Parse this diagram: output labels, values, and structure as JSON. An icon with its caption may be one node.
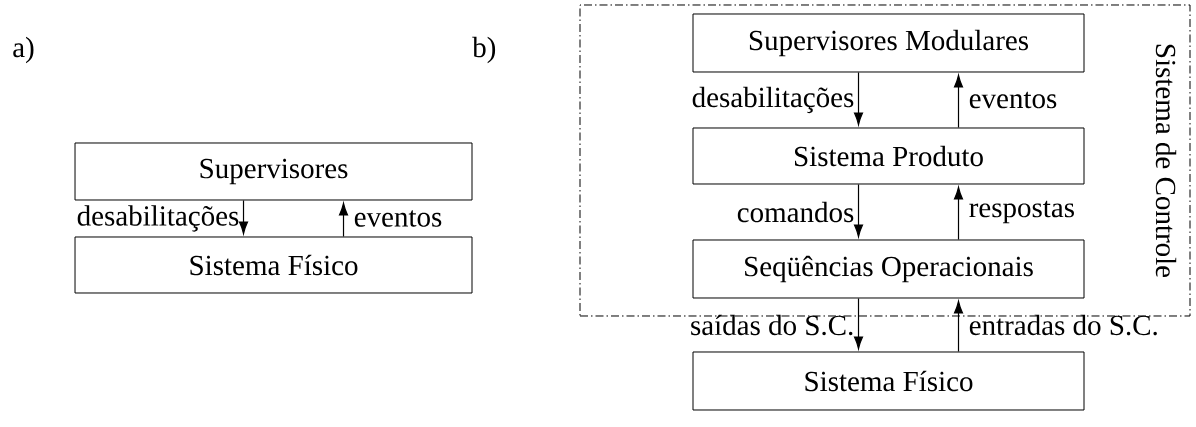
{
  "diagram": {
    "nodes": [
      {
        "text": [
          "Supervisores"
        ]
      },
      {
        "text": [
          "Sistema Físico"
        ]
      },
      {
        "text": [
          "Sistema de Controle"
        ]
      },
      {
        "text": [
          "Supervisores Modulares"
        ],
        "in": 2
      },
      {
        "text": [
          "Sistema Produto"
        ],
        "in": 2
      },
      {
        "text": [
          "Seqüências Operacionais"
        ],
        "in": 2
      },
      {
        "text": [
          "Sistema Físico"
        ]
      }
    ],
    "edges": [
      {
        "from": 0,
        "to": 1,
        "arrow": "to",
        "label": "desabilitações"
      },
      {
        "from": 1,
        "to": 0,
        "arrow": "to",
        "label": "eventos"
      },
      {
        "from": 3,
        "to": 4,
        "arrow": "to",
        "label": "desabilitações"
      },
      {
        "from": 4,
        "to": 3,
        "arrow": "to",
        "label": "eventos"
      },
      {
        "from": 4,
        "to": 5,
        "arrow": "to",
        "label": "comandos"
      },
      {
        "from": 5,
        "to": 4,
        "arrow": "to",
        "label": "respostas"
      },
      {
        "from": 5,
        "to": 6,
        "arrow": "to",
        "label": "saídas do S.C."
      },
      {
        "from": 6,
        "to": 5,
        "arrow": "to",
        "label": "entradas do S.C."
      }
    ],
    "labels": [
      "a)",
      "b)"
    ]
  }
}
